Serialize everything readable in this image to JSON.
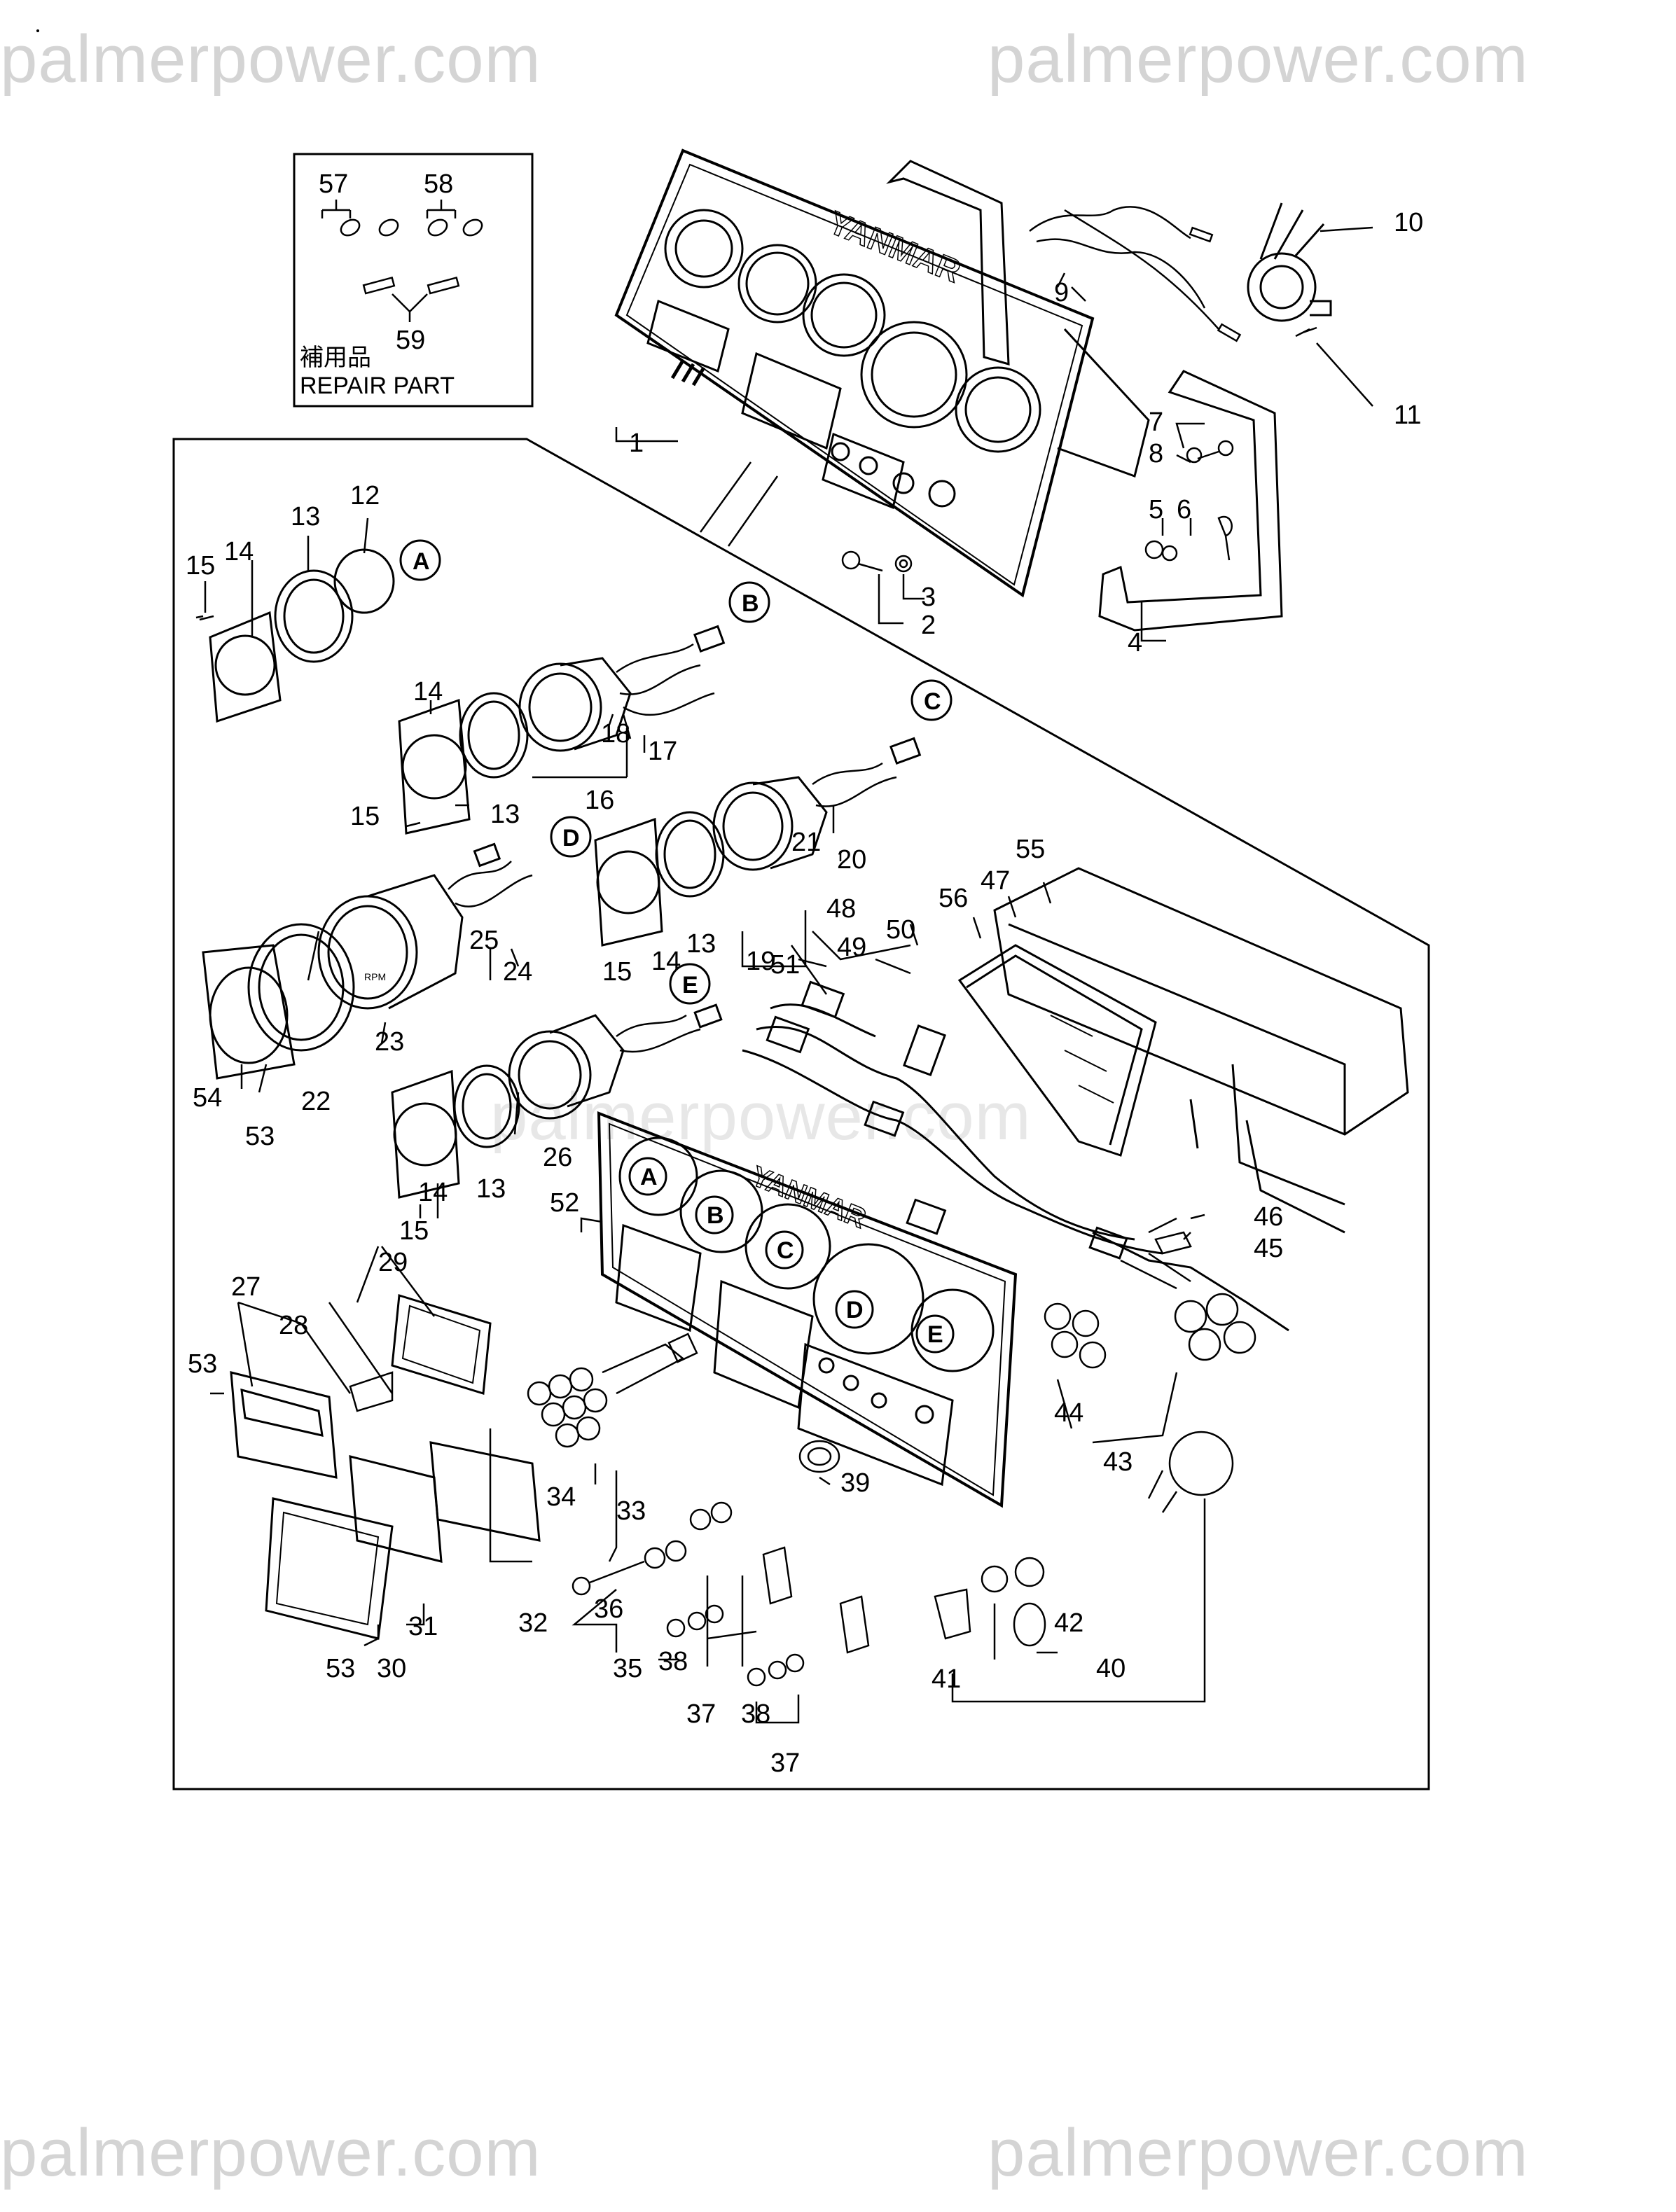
{
  "watermark": {
    "text": "palmerpower.com"
  },
  "repair_box": {
    "jp_label": "補用品",
    "en_label": "REPAIR PART",
    "parts": [
      "57",
      "58",
      "59"
    ]
  },
  "panel_brand": "YANMAR",
  "gauge_text": {
    "rpm": "RPM"
  },
  "callout_letters": [
    "A",
    "B",
    "C",
    "D",
    "E"
  ],
  "part_numbers": [
    "1",
    "2",
    "3",
    "4",
    "5",
    "6",
    "7",
    "8",
    "9",
    "10",
    "11",
    "12",
    "13",
    "14",
    "15",
    "16",
    "17",
    "18",
    "19",
    "20",
    "21",
    "22",
    "23",
    "24",
    "25",
    "26",
    "27",
    "28",
    "29",
    "30",
    "31",
    "32",
    "33",
    "34",
    "35",
    "36",
    "37",
    "38",
    "39",
    "40",
    "41",
    "42",
    "43",
    "44",
    "45",
    "46",
    "47",
    "48",
    "49",
    "50",
    "51",
    "52",
    "53",
    "54",
    "55",
    "56",
    "57",
    "58",
    "59"
  ],
  "labels": {
    "n1": "1",
    "n2": "2",
    "n3": "3",
    "n4": "4",
    "n5": "5",
    "n6": "6",
    "n7": "7",
    "n8": "8",
    "n9": "9",
    "n10": "10",
    "n11": "11",
    "n12": "12",
    "n13a": "13",
    "n13b": "13",
    "n13c": "13",
    "n13d": "13",
    "n14a": "14",
    "n14b": "14",
    "n14c": "14",
    "n14d": "14",
    "n15a": "15",
    "n15b": "15",
    "n15c": "15",
    "n15d": "15",
    "n16": "16",
    "n17": "17",
    "n18": "18",
    "n19": "19",
    "n20": "20",
    "n21": "21",
    "n22": "22",
    "n23": "23",
    "n24": "24",
    "n25": "25",
    "n26": "26",
    "n27": "27",
    "n28": "28",
    "n29": "29",
    "n30": "30",
    "n31": "31",
    "n32": "32",
    "n33": "33",
    "n34": "34",
    "n35": "35",
    "n36": "36",
    "n37a": "37",
    "n37b": "37",
    "n38a": "38",
    "n38b": "38",
    "n39": "39",
    "n40": "40",
    "n41": "41",
    "n42": "42",
    "n43": "43",
    "n44": "44",
    "n45": "45",
    "n46": "46",
    "n47": "47",
    "n48": "48",
    "n49": "49",
    "n50": "50",
    "n51": "51",
    "n52": "52",
    "n53a": "53",
    "n53b": "53",
    "n53c": "53",
    "n54": "54",
    "n55": "55",
    "n56": "56",
    "n57": "57",
    "n58": "58",
    "n59": "59"
  },
  "circles": {
    "A1": "A",
    "A2": "A",
    "B1": "B",
    "B2": "B",
    "C1": "C",
    "C2": "C",
    "D1": "D",
    "D2": "D",
    "E1": "E",
    "E2": "E"
  }
}
